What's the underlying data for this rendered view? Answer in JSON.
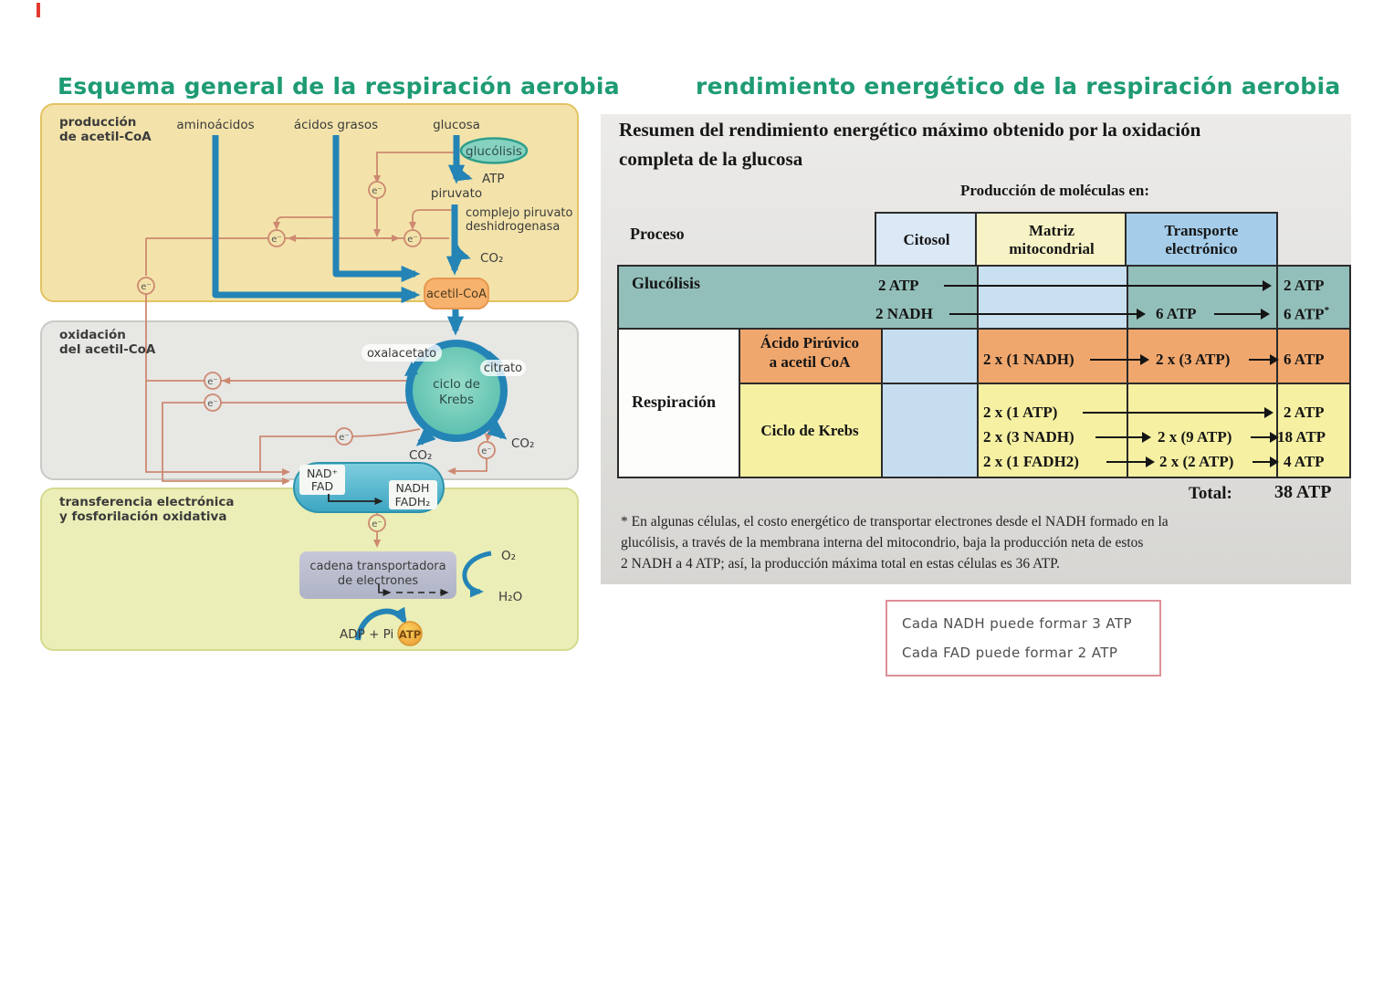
{
  "page": {
    "left_title": "Esquema general de la respiración aerobia",
    "right_title": "rendimiento energético de la respiración aerobia"
  },
  "diagram": {
    "section1_l1": "producción",
    "section1_l2": "de acetil-CoA",
    "section2_l1": "oxidación",
    "section2_l2": "del acetil-CoA",
    "section3_l1": "transferencia electrónica",
    "section3_l2": "y fosforilación oxidativa",
    "aminoacidos": "aminoácidos",
    "acidos_grasos": "ácidos grasos",
    "glucosa": "glucosa",
    "glucolisis": "glucólisis",
    "atp": "ATP",
    "piruvato": "piruvato",
    "complejo_l1": "complejo piruvato",
    "complejo_l2": "deshidrogenasa",
    "co2": "CO₂",
    "acetil_coa": "acetil-CoA",
    "oxalacetato": "oxalacetato",
    "citrato": "citrato",
    "krebs_l1": "ciclo de",
    "krebs_l2": "Krebs",
    "nad": "NAD⁺",
    "fad": "FAD",
    "nadh": "NADH",
    "fadh2": "FADH₂",
    "electron": "e⁻",
    "cadena_l1": "cadena transportadora",
    "cadena_l2": "de electrones",
    "o2": "O₂",
    "h2o": "H₂O",
    "adp_pi": "ADP + Pi",
    "atp_ball": "ATP"
  },
  "table": {
    "heading_l1": "Resumen del rendimiento energético máximo obtenido por la oxidación",
    "heading_l2": "completa de la glucosa",
    "col_caption": "Producción de moléculas en:",
    "col_proceso": "Proceso",
    "col_citosol": "Citosol",
    "col_matriz_l1": "Matriz",
    "col_matriz_l2": "mitocondrial",
    "col_transporte_l1": "Transporte",
    "col_transporte_l2": "electrónico",
    "row_glucolisis": "Glucólisis",
    "row_respiracion": "Respiración",
    "sub_piruvico_l1": "Ácido Pirúvico",
    "sub_piruvico_l2": "a acetil CoA",
    "sub_krebs": "Ciclo de Krebs",
    "g_atp_src": "2 ATP",
    "g_atp_out": "2 ATP",
    "g_nadh_src": "2 NADH",
    "g_nadh_mid": "6 ATP",
    "g_nadh_out": "6 ATP",
    "g_nadh_star": "*",
    "p_nadh_src": "2 x (1 NADH)",
    "p_nadh_mid": "2 x (3 ATP)",
    "p_nadh_out": "6 ATP",
    "k_atp_src": "2 x (1 ATP)",
    "k_atp_out": "2 ATP",
    "k_nadh_src": "2 x (3 NADH)",
    "k_nadh_mid": "2 x (9 ATP)",
    "k_nadh_out": "18 ATP",
    "k_fadh_src": "2 x (1 FADH2)",
    "k_fadh_mid": "2 x (2 ATP)",
    "k_fadh_out": "4 ATP",
    "total_label": "Total:",
    "total_value": "38 ATP",
    "footnote_l1": "* En algunas células, el costo energético de transportar electrones desde el NADH formado en la",
    "footnote_l2": "glucólisis, a través de la membrana interna del mitocondrio, baja la producción neta de estos",
    "footnote_l3": "2 NADH a 4 ATP; así, la producción máxima total en estas células es 36 ATP."
  },
  "note": {
    "line1": "Cada NADH puede formar 3 ATP",
    "line2": "Cada FAD puede formar 2 ATP"
  }
}
